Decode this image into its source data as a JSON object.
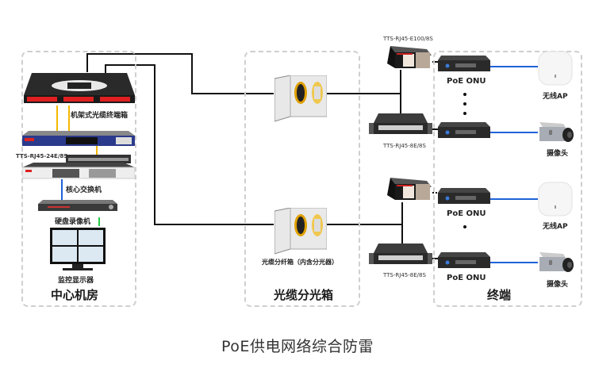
{
  "caption": "PoE供电网络综合防雷",
  "zones": {
    "central_room": {
      "title": "中心机房"
    },
    "fiber_distribution": {
      "title": "光缆分光箱"
    },
    "terminal": {
      "title": "终端"
    }
  },
  "central_room": {
    "rack_odf_label": "机架式光缆终端箱",
    "surge_protector_24_label": "TTS-RJ45-24E/8S",
    "core_switch_label": "核心交换机",
    "nvr_label": "硬盘录像机",
    "monitor_label": "监控显示器"
  },
  "fiber_distribution": {
    "splitter_box_label": "光缆分纤箱（内含分光器）"
  },
  "surge_devices": {
    "single_port_label": "TTS-RJ45-E100/8S",
    "eight_port_top_label": "TTS-RJ45-8E/8S",
    "eight_port_bottom_label": "TTS-RJ45-8E/8S"
  },
  "onus": [
    {
      "label": "PoE ONU"
    },
    {
      "label": ""
    },
    {
      "label": "PoE ONU"
    },
    {
      "label": "PoE ONU"
    }
  ],
  "terminals": [
    {
      "label": "无线AP"
    },
    {
      "label": "摄像头"
    },
    {
      "label": "无线AP"
    },
    {
      "label": "摄像头"
    }
  ],
  "colors": {
    "fiber_link": "#111111",
    "patch_cord": "#f5b800",
    "ethernet_link": "#1e63d8",
    "video_link": "#22cc44",
    "zone_border": "#cfcfcf"
  }
}
